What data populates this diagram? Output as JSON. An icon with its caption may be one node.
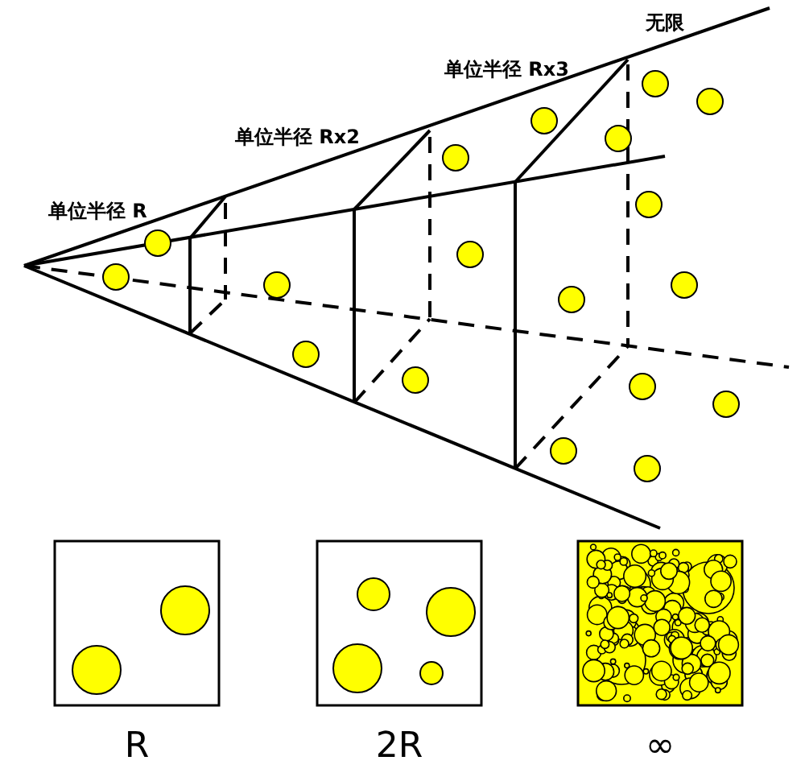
{
  "diagram": {
    "nodes": [
      {
        "text": [],
        "shape": "picture",
        "beside": [
          "R"
        ]
      },
      {
        "text": [],
        "shape": "picture",
        "beside": [
          "2R"
        ]
      },
      {
        "text": [],
        "shape": "picture",
        "beside": [
          "∞"
        ]
      }
    ],
    "labels": [
      "无限",
      "单位半径 Rx3",
      "单位半径 Rx2",
      "单位半径 R"
    ]
  }
}
